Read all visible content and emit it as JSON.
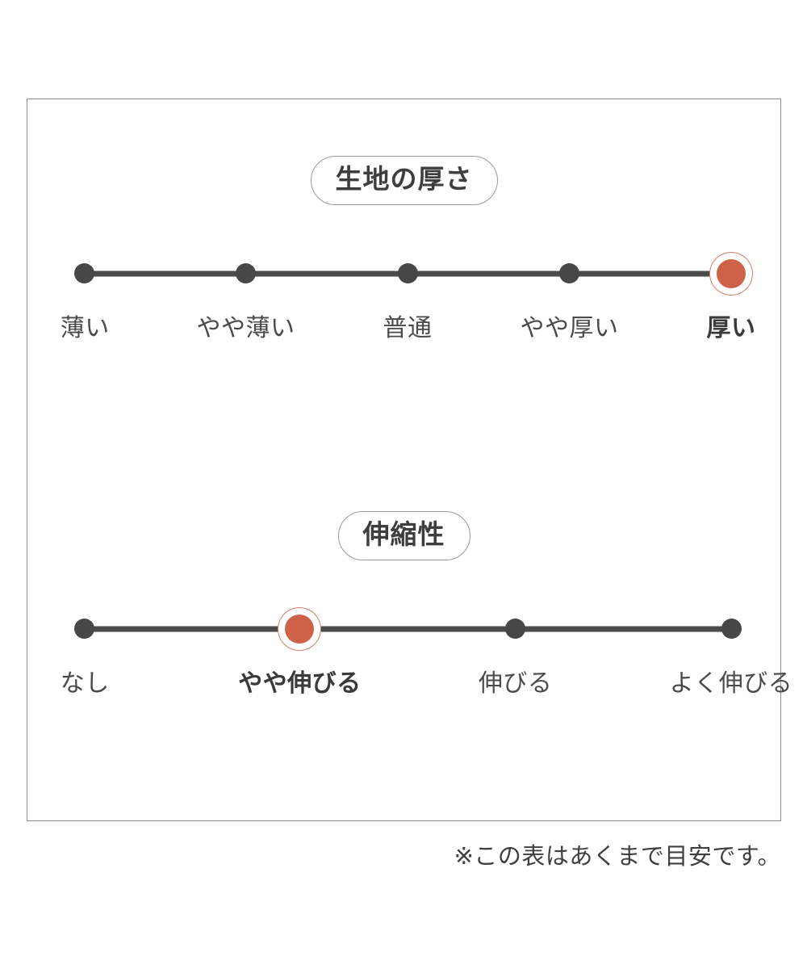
{
  "frame": {
    "border_color": "#8d8d8d",
    "background": "#ffffff"
  },
  "colors": {
    "accent": "#cf6149",
    "accent_ring": "#d4806c",
    "dot": "#474747",
    "track": "#4a4a4a",
    "text": "#4a4a4a",
    "pill_border": "#9a9a9a"
  },
  "sections": [
    {
      "id": "thickness",
      "title": "生地の厚さ",
      "selected_index": 4,
      "points": [
        {
          "label": "薄い"
        },
        {
          "label": "やや薄い"
        },
        {
          "label": "普通"
        },
        {
          "label": "やや厚い"
        },
        {
          "label": "厚い"
        }
      ]
    },
    {
      "id": "stretch",
      "title": "伸縮性",
      "selected_index": 1,
      "points": [
        {
          "label": "なし"
        },
        {
          "label": "やや伸びる"
        },
        {
          "label": "伸びる"
        },
        {
          "label": "よく伸びる"
        }
      ]
    }
  ],
  "footnote": "※この表はあくまで目安です。",
  "chart_data": {
    "type": "scatter",
    "title": "",
    "charts": [
      {
        "title": "生地の厚さ",
        "categories": [
          "薄い",
          "やや薄い",
          "普通",
          "やや厚い",
          "厚い"
        ],
        "values": [
          0,
          0,
          0,
          0,
          1
        ],
        "selected": "厚い",
        "selected_index": 4,
        "xlabel": "",
        "ylabel": "",
        "grid": false,
        "legend": "none"
      },
      {
        "title": "伸縮性",
        "categories": [
          "なし",
          "やや伸びる",
          "伸びる",
          "よく伸びる"
        ],
        "values": [
          0,
          1,
          0,
          0
        ],
        "selected": "やや伸びる",
        "selected_index": 1,
        "xlabel": "",
        "ylabel": "",
        "grid": false,
        "legend": "none"
      }
    ]
  }
}
